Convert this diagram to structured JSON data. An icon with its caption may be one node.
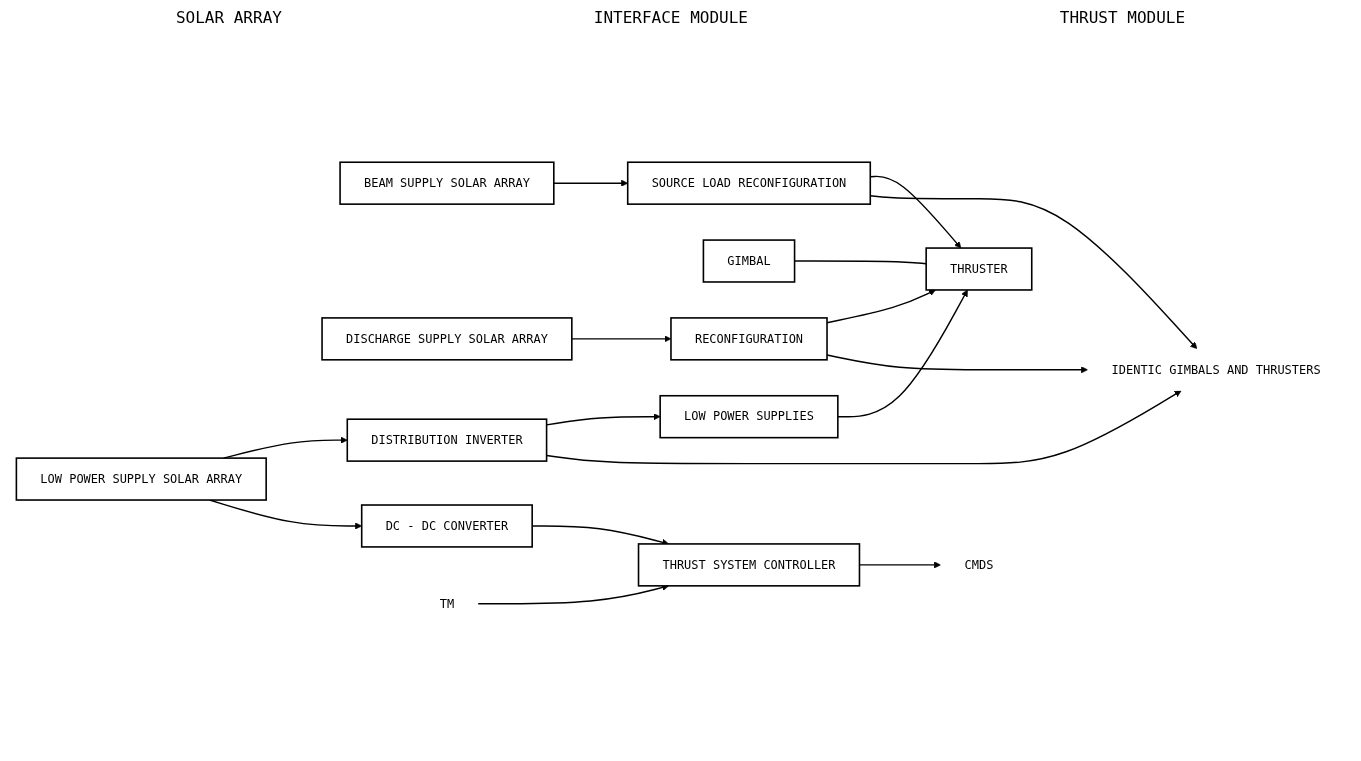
{
  "diagram": {
    "nodes": [
      {
        "text": [
          "BEAM SUPPLY SOLAR ARRAY"
        ]
      },
      {
        "text": [
          "SOURCE LOAD RECONFIGURATION"
        ]
      },
      {
        "text": [
          "GIMBAL"
        ]
      },
      {
        "text": [
          "THRUSTER"
        ]
      },
      {
        "text": [
          "DISCHARGE SUPPLY SOLAR ARRAY"
        ]
      },
      {
        "text": [
          "RECONFIGURATION"
        ]
      },
      {
        "text": [
          "LOW POWER SUPPLY SOLAR ARRAY"
        ]
      },
      {
        "text": [
          "DISTRIBUTION INVERTER"
        ]
      },
      {
        "text": [
          "LOW POWER SUPPLIES"
        ]
      },
      {
        "text": [
          "DC - DC CONVERTER"
        ]
      },
      {
        "text": [
          "THRUST SYSTEM CONTROLLER"
        ]
      },
      {
        "text": [
          "CMDS"
        ]
      },
      {
        "text": [
          "TM"
        ]
      },
      {
        "text": [
          "IDENTIC GIMBALS AND THRUSTERS"
        ]
      }
    ],
    "edges": [
      {
        "from": 0,
        "to": 1,
        "arrow": "to"
      },
      {
        "from": 1,
        "to": 3,
        "arrow": "to"
      },
      {
        "from": 1,
        "to": 13,
        "arrow": "to"
      },
      {
        "from": 2,
        "to": 3,
        "arrow": "none"
      },
      {
        "from": 4,
        "to": 5,
        "arrow": "to"
      },
      {
        "from": 5,
        "to": 3,
        "arrow": "to"
      },
      {
        "from": 5,
        "to": 13,
        "arrow": "to"
      },
      {
        "from": 6,
        "to": 7,
        "arrow": "to"
      },
      {
        "from": 6,
        "to": 9,
        "arrow": "to"
      },
      {
        "from": 7,
        "to": 8,
        "arrow": "to"
      },
      {
        "from": 7,
        "to": 13,
        "arrow": "to"
      },
      {
        "from": 8,
        "to": 3,
        "arrow": "to"
      },
      {
        "from": 9,
        "to": 10,
        "arrow": "to"
      },
      {
        "from": 10,
        "to": 11,
        "arrow": "to"
      },
      {
        "from": 12,
        "to": 10,
        "arrow": "to"
      }
    ],
    "labels": [
      "SOLAR ARRAY",
      "INTERFACE MODULE",
      "THRUST MODULE"
    ]
  }
}
